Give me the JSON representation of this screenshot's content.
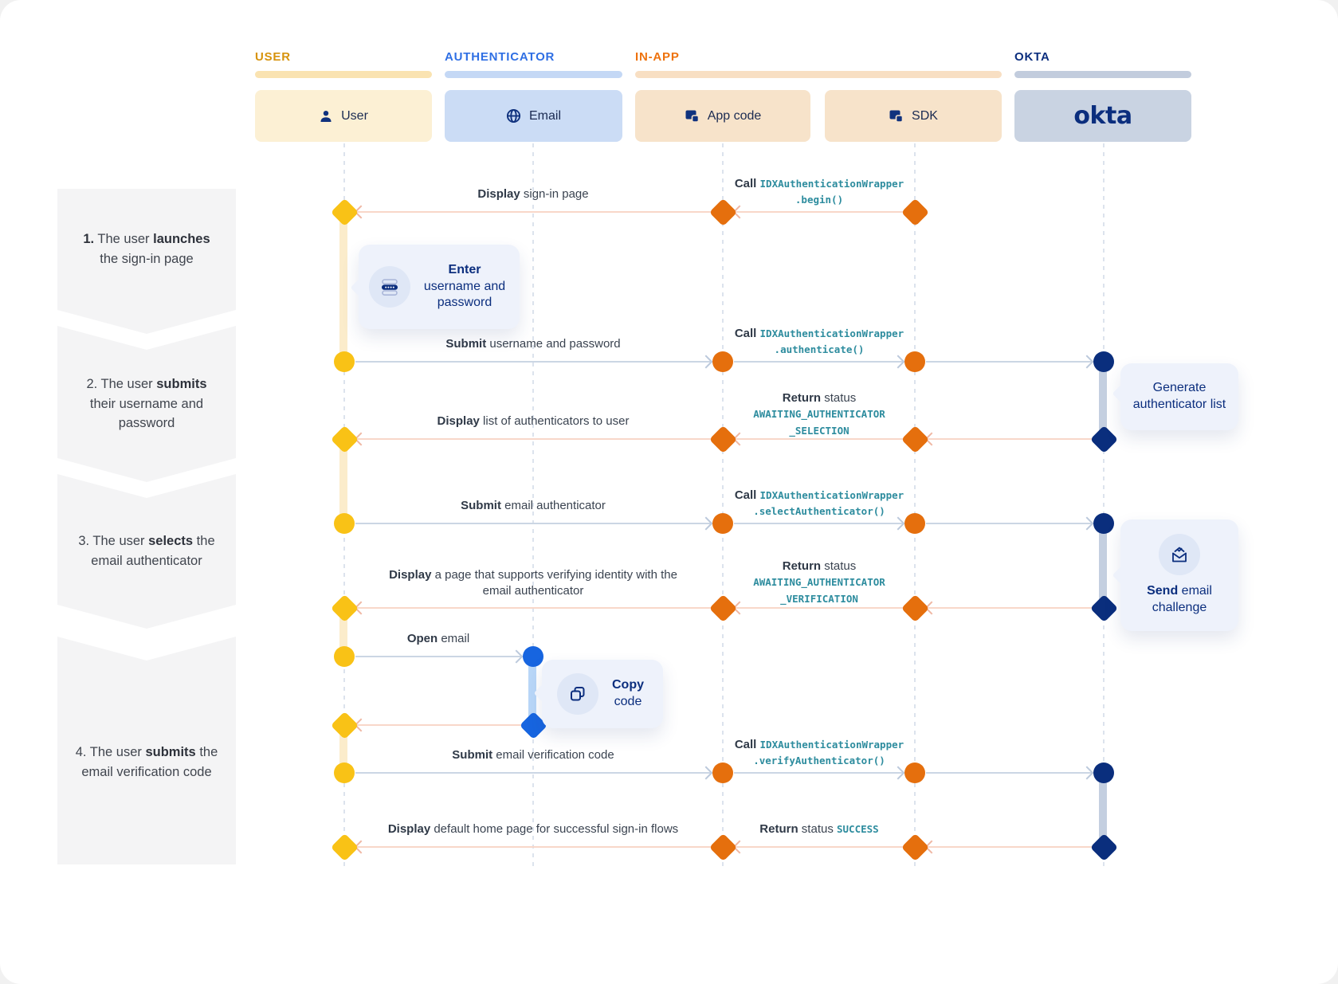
{
  "colors": {
    "user_accent": "#D7930C",
    "user_bar": "#FAE3B1",
    "user_box": "#FCF0D4",
    "user_dot": "#F9C216",
    "user_activation": "#FBECCB",
    "authenticator_accent": "#2F6FE4",
    "authenticator_bar": "#C4D8F5",
    "authenticator_box": "#CBDCF5",
    "authenticator_dot": "#1765E0",
    "authenticator_activation": "#B9D7F8",
    "inapp_accent": "#EE720D",
    "inapp_bar": "#F8DFC3",
    "inapp_box": "#F7E3CA",
    "inapp_dot": "#E56F0D",
    "okta_accent": "#0B2E7E",
    "okta_bar": "#C2CCDD",
    "okta_box": "#C9D3E2",
    "okta_dot": "#0A2E7D",
    "okta_activation": "#C4CFE0",
    "arrow_left": "#F8D7C9",
    "arrow_left_head": "#EFB7A3",
    "arrow_right": "#CBD6E4",
    "arrow_right_head": "#BCC9DC",
    "code_text": "#2D8C9E",
    "label_text": "#3A4350",
    "callout_bg": "#EEF2FB",
    "callout_icon_bg": "#DFE7F6",
    "callout_text": "#0B2E7E",
    "step_bg": "#F4F4F5",
    "step_text": "#40454E",
    "lifeline": "#DCE3ED"
  },
  "groups": [
    {
      "label": "USER"
    },
    {
      "label": "AUTHENTICATOR"
    },
    {
      "label": "IN-APP"
    },
    {
      "label": "OKTA"
    }
  ],
  "actors": [
    {
      "label": "User",
      "icon": "user-icon"
    },
    {
      "label": "Email",
      "icon": "globe-icon"
    },
    {
      "label": "App code",
      "icon": "code-icon"
    },
    {
      "label": "SDK",
      "icon": "code-icon"
    },
    {
      "label": "okta",
      "icon": "okta-logo"
    }
  ],
  "steps": [
    {
      "number": "1.",
      "pre": " The user ",
      "bold": "launches",
      "post": " the sign-in page"
    },
    {
      "number": "2.",
      "pre": " The user ",
      "bold": "submits",
      "post": " their username and password"
    },
    {
      "number": "3.",
      "pre": " The user ",
      "bold": "selects",
      "post": " the email authenticator"
    },
    {
      "number": "4.",
      "pre": " The user ",
      "bold": "submits",
      "post": " the email verification code"
    }
  ],
  "messages": {
    "display_signin": {
      "bold": "Display",
      "text": " sign-in page"
    },
    "call_begin": {
      "bold": "Call",
      "code1": "IDXAuthenticationWrapper",
      "code2": ".begin()"
    },
    "submit_credentials": {
      "bold": "Submit",
      "text": " username and password"
    },
    "call_authenticate": {
      "bold": "Call",
      "code1": "IDXAuthenticationWrapper",
      "code2": ".authenticate()"
    },
    "display_authenticators": {
      "bold": "Display",
      "text": " list of authenticators to user"
    },
    "return_selection": {
      "bold": "Return",
      "text": " status",
      "code1": "AWAITING_AUTHENTICATOR",
      "code2": "_SELECTION"
    },
    "submit_email_auth": {
      "bold": "Submit",
      "text": " email authenticator"
    },
    "call_select": {
      "bold": "Call",
      "code1": "IDXAuthenticationWrapper",
      "code2": ".selectAuthenticator()"
    },
    "display_verify": {
      "bold": "Display",
      "text": " a page that supports verifying identity with the email authenticator"
    },
    "return_verification": {
      "bold": "Return",
      "text": " status",
      "code1": "AWAITING_AUTHENTICATOR",
      "code2": "_VERIFICATION"
    },
    "open_email": {
      "bold": "Open",
      "text": " email"
    },
    "submit_code": {
      "bold": "Submit",
      "text": " email verification code"
    },
    "call_verify": {
      "bold": "Call",
      "code1": "IDXAuthenticationWrapper",
      "code2": ".verifyAuthenticator()"
    },
    "display_home": {
      "bold": "Display",
      "text": " default home page for successful sign-in flows"
    },
    "return_success": {
      "bold": "Return",
      "text": " status ",
      "code_inline": "SUCCESS"
    }
  },
  "callouts": {
    "enter_credentials": {
      "bold": "Enter",
      "text": " username and password",
      "icon": "password-icon"
    },
    "generate_list": {
      "text": "Generate authenticator list"
    },
    "send_challenge": {
      "bold": "Send",
      "text": " email challenge",
      "icon": "email-check-icon"
    },
    "copy_code": {
      "bold": "Copy",
      "text": " code",
      "icon": "copy-icon"
    }
  }
}
